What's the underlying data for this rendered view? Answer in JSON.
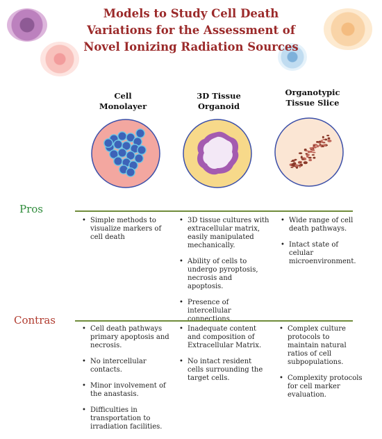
{
  "title": "Models to Study Cell Death Variations for the Assessment of Novel Ionizing Radiation Sources",
  "columns": [
    {
      "heading": "Cell Monolayer"
    },
    {
      "heading": "3D Tissue Organoid"
    },
    {
      "heading": "Organotypic Tissue Slice"
    }
  ],
  "pros": {
    "label": "Pros",
    "items": [
      [
        "Simple methods to visualize markers of cell death"
      ],
      [
        "3D tissue cultures with extracellular matrix, easily manipulated mechanically.",
        "Ability of cells to undergo pyroptosis, necrosis and apoptosis.",
        "Presence of intercellular connections."
      ],
      [
        "Wide range of cell death pathways.",
        "Intact state of celular microenvironment."
      ]
    ]
  },
  "contras": {
    "label": "Contras",
    "items": [
      [
        "Cell death pathways primary apoptosis and necrosis.",
        "No intercellular contacts.",
        "Minor involvement of the anastasis.",
        "Difficulties in transportation to irradiation facilities."
      ],
      [
        "Inadequate content and composition of Extracellular Matrix.",
        "No intact resident cells surrounding the target cells."
      ],
      [
        "Complex culture protocols to maintain natural ratios of cell subpopulations.",
        "Complexity protocols for cell marker evaluation."
      ]
    ]
  },
  "colors": {
    "title": "#9b2a2a",
    "pros_label": "#2e8b3a",
    "contras_label": "#b03a2e",
    "rule": "#6f8b3a"
  }
}
